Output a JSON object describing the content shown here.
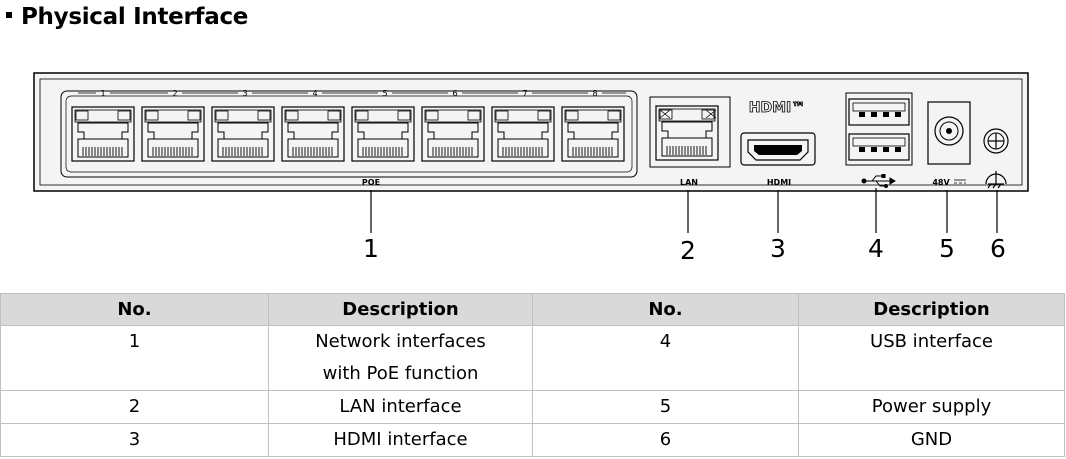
{
  "heading": "Physical Interface",
  "device": {
    "port_numbers": [
      "1",
      "2",
      "3",
      "4",
      "5",
      "6",
      "7",
      "8"
    ],
    "labels": {
      "poe": "POE",
      "lan": "LAN",
      "hdmi_logo": "HDMI™",
      "hdmi": "HDMI",
      "power": "48V"
    },
    "icons": [
      "usb-icon",
      "power-jack-icon",
      "ground-screw-icon",
      "ground-symbol-icon"
    ]
  },
  "callouts": [
    "1",
    "2",
    "3",
    "4",
    "5",
    "6"
  ],
  "table": {
    "headers": [
      "No.",
      "Description",
      "No.",
      "Description"
    ],
    "rows": [
      [
        "1",
        "Network interfaces with PoE function",
        "4",
        "USB interface"
      ],
      [
        "2",
        "LAN interface",
        "5",
        "Power supply"
      ],
      [
        "3",
        "HDMI interface",
        "6",
        "GND"
      ]
    ]
  }
}
